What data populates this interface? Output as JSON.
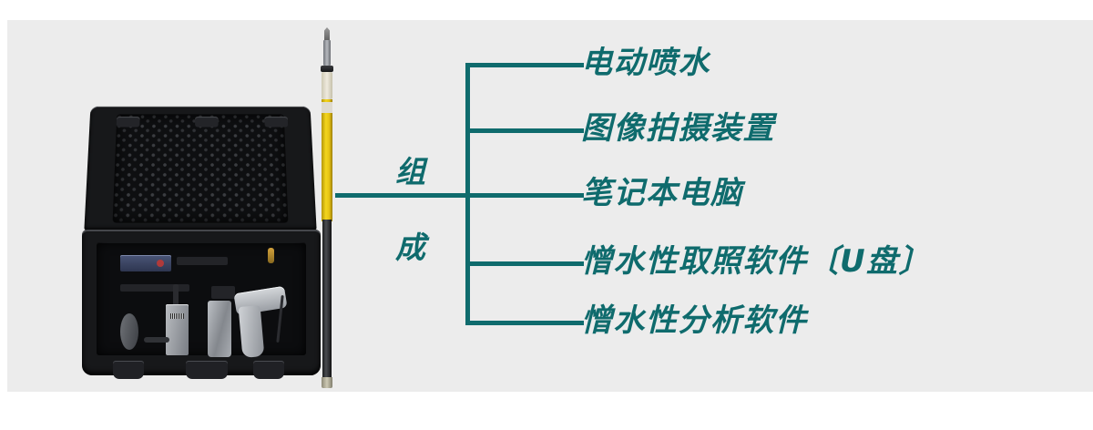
{
  "page": {
    "background": "#ffffff",
    "canvas_background": "#ececec",
    "accent_color": "#0f6b6d"
  },
  "photos": [
    {
      "name": "equipment-carry-case",
      "description": "black hard carry case open with foam inserts and instrument modules"
    },
    {
      "name": "telescopic-insulating-pole",
      "description": "yellow and black telescopic insulated pole with metal head fitting"
    }
  ],
  "diagram": {
    "type": "tree",
    "root": {
      "label_chars": [
        "组",
        "成"
      ],
      "label": "组成"
    },
    "branches": [
      {
        "label": "电动喷水"
      },
      {
        "label": "图像拍摄装置"
      },
      {
        "label": "笔记本电脑"
      },
      {
        "label": "憎水性取照软件〔U盘〕"
      },
      {
        "label": "憎水性分析软件"
      }
    ]
  }
}
